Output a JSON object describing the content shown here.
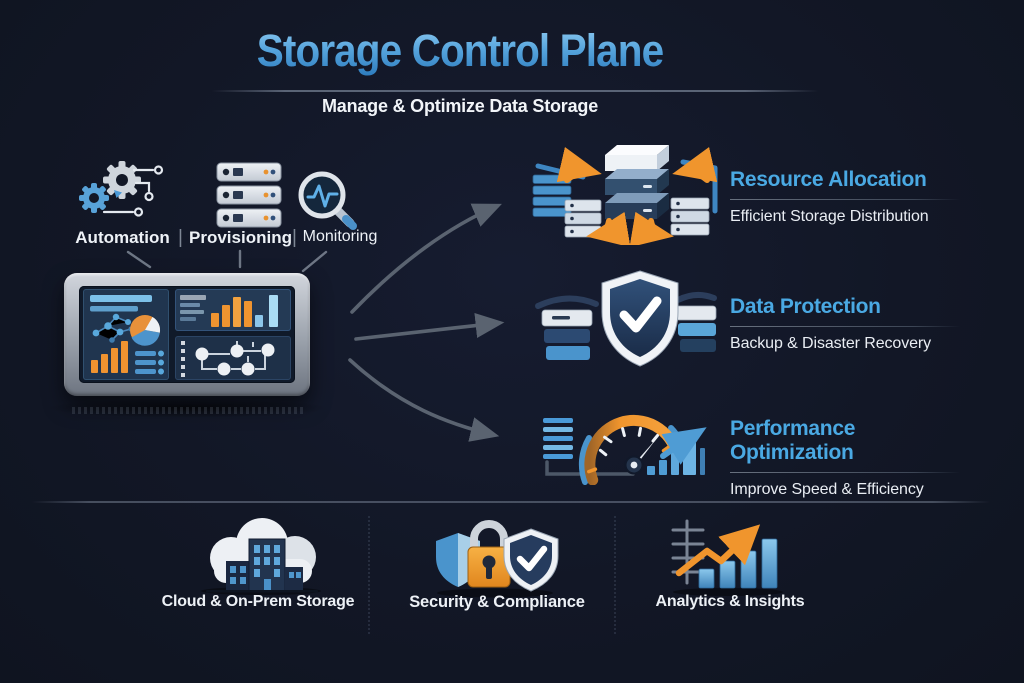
{
  "header": {
    "title": "Storage Control Plane",
    "subtitle": "Manage & Optimize Data Storage"
  },
  "control_plane": {
    "separator": "|",
    "items": [
      {
        "label": "Automation",
        "icon": "gears-icon"
      },
      {
        "label": "Provisioning",
        "icon": "server-stack-icon"
      },
      {
        "label": "Monitoring",
        "icon": "magnifier-pulse-icon"
      }
    ]
  },
  "capabilities": [
    {
      "title": "Resource Allocation",
      "subtitle": "Efficient Storage Distribution",
      "icon": "storage-distribution-icon"
    },
    {
      "title": "Data Protection",
      "subtitle": "Backup & Disaster Recovery",
      "icon": "shield-check-storage-icon"
    },
    {
      "title": "Performance Optimization",
      "subtitle": "Improve Speed & Efficiency",
      "icon": "speedometer-icon"
    }
  ],
  "foundations": [
    {
      "label": "Cloud & On-Prem Storage",
      "icon": "cloud-buildings-icon"
    },
    {
      "label": "Security & Compliance",
      "icon": "lock-shields-icon"
    },
    {
      "label": "Analytics & Insights",
      "icon": "growth-chart-icon"
    }
  ],
  "colors": {
    "background": "#121726",
    "title_gradient_top": "#90cbf1",
    "title_gradient_bottom": "#2d7cbe",
    "heading_blue": "#4aa9e3",
    "accent_orange": "#f0952d",
    "accent_blue": "#4a94cc",
    "text_white": "#f2f5f9",
    "arrow_gray": "#5a6370"
  }
}
